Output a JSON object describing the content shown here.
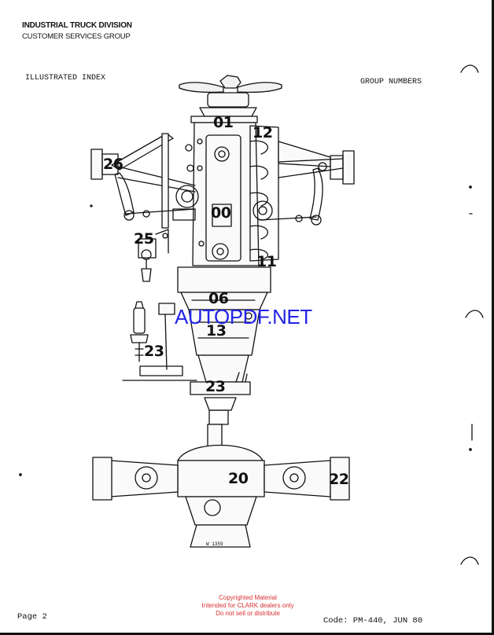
{
  "header": {
    "division": "INDUSTRIAL TRUCK DIVISION",
    "group": "CUSTOMER SERVICES GROUP",
    "index_title": "ILLUSTRATED INDEX",
    "group_numbers_title": "GROUP NUMBERS"
  },
  "diagram": {
    "group_labels": [
      "01",
      "12",
      "26",
      "00",
      "25",
      "11",
      "06",
      "13",
      "23",
      "23",
      "20",
      "22"
    ],
    "stamp": "W 1359"
  },
  "watermark": {
    "site": "AUTOPDF.NET",
    "notice_line1": "Copyrighted Material",
    "notice_line2": "Intended for CLARK dealers only",
    "notice_line3": "Do not sell or distribute"
  },
  "footer": {
    "page": "Page 2",
    "code": "Code: PM-440, JUN 80"
  }
}
